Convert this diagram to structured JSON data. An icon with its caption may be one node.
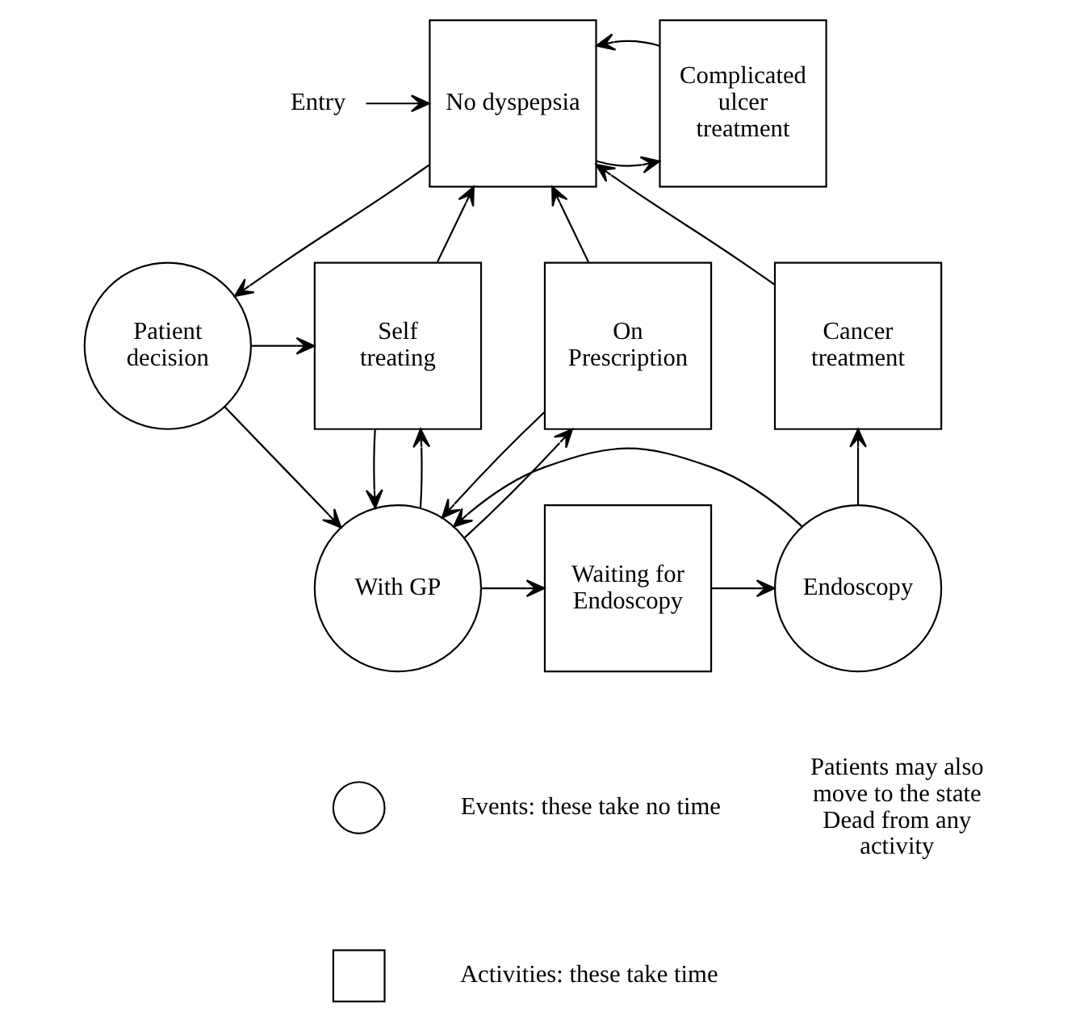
{
  "diagram": {
    "nodes": [
      {
        "text": [
          "Entry"
        ]
      },
      {
        "text": [
          "No dyspepsia"
        ]
      },
      {
        "text": [
          "Complicated ulcer treatment"
        ]
      },
      {
        "text": [
          "Self treating"
        ]
      },
      {
        "text": [
          "Patient decision"
        ]
      },
      {
        "text": [
          "On Prescription"
        ]
      },
      {
        "text": [
          "Cancer treatment"
        ]
      },
      {
        "text": [
          "With GP"
        ]
      },
      {
        "text": [
          "Waiting for Endoscopy"
        ]
      },
      {
        "text": [
          "Endoscopy"
        ]
      },
      {
        "text": [],
        "shape": "circle"
      },
      {
        "text": [],
        "shape": "box"
      }
    ],
    "edges": [
      {
        "from": 0,
        "to": 1,
        "arrow": "to"
      },
      {
        "from": 1,
        "to": 2,
        "arrow": "to"
      },
      {
        "from": 2,
        "to": 1,
        "arrow": "to"
      },
      {
        "from": 3,
        "to": 1,
        "arrow": "to"
      },
      {
        "from": 1,
        "to": 4,
        "arrow": "to"
      },
      {
        "from": 4,
        "to": 3,
        "arrow": "to"
      },
      {
        "from": 4,
        "to": 7,
        "arrow": "to"
      },
      {
        "from": 5,
        "to": 1,
        "arrow": "to"
      },
      {
        "from": 6,
        "to": 1,
        "arrow": "to"
      },
      {
        "from": 7,
        "to": 3,
        "arrow": "to"
      },
      {
        "from": 3,
        "to": 7,
        "arrow": "to"
      },
      {
        "from": 7,
        "to": 5,
        "arrow": "to"
      },
      {
        "from": 5,
        "to": 7,
        "arrow": "to"
      },
      {
        "from": 7,
        "to": 8,
        "arrow": "to"
      },
      {
        "from": 8,
        "to": 9,
        "arrow": "to"
      },
      {
        "from": 9,
        "to": 6,
        "arrow": "to"
      },
      {
        "from": 9,
        "to": 7,
        "arrow": "to"
      }
    ],
    "labels": [
      "Patients may also move to the state Dead from any activity"
    ],
    "legend": [
      {
        "text": "Events: these take no time"
      },
      {
        "text": "Activities: these take time"
      }
    ]
  }
}
